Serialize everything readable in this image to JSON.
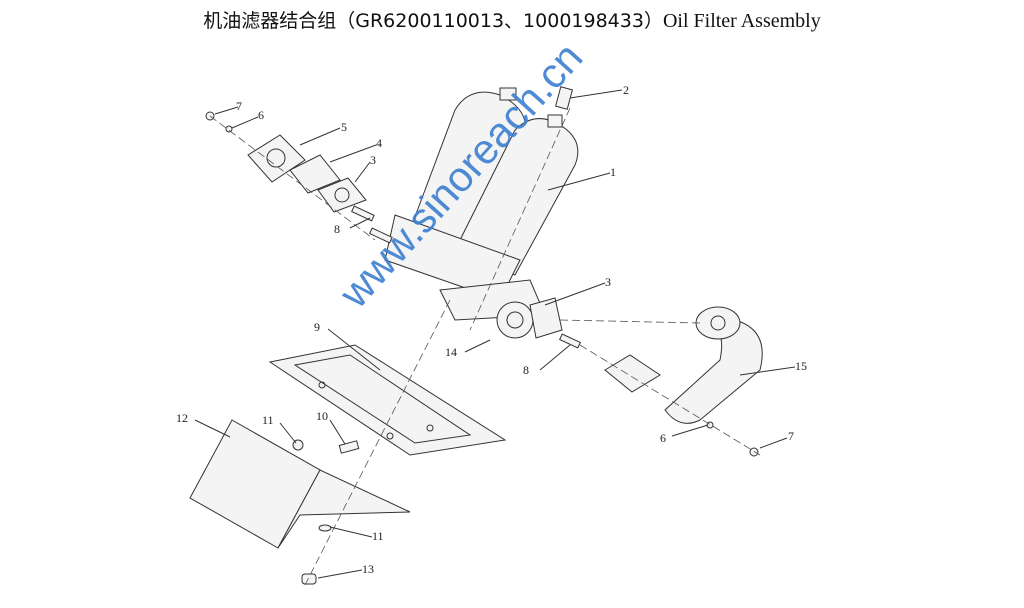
{
  "title": {
    "cn": "机油滤器结合组（GR6200110013、1000198433）",
    "en": "Oil Filter Assembly"
  },
  "watermark": "www.sinoreach.cn",
  "callouts": [
    "7",
    "6",
    "5",
    "4",
    "3",
    "8",
    "2",
    "1",
    "3",
    "14",
    "8",
    "9",
    "15",
    "12",
    "11",
    "10",
    "6",
    "7",
    "11",
    "13"
  ],
  "colors": {
    "watermark": "#3c7fd0",
    "line": "#333333"
  }
}
